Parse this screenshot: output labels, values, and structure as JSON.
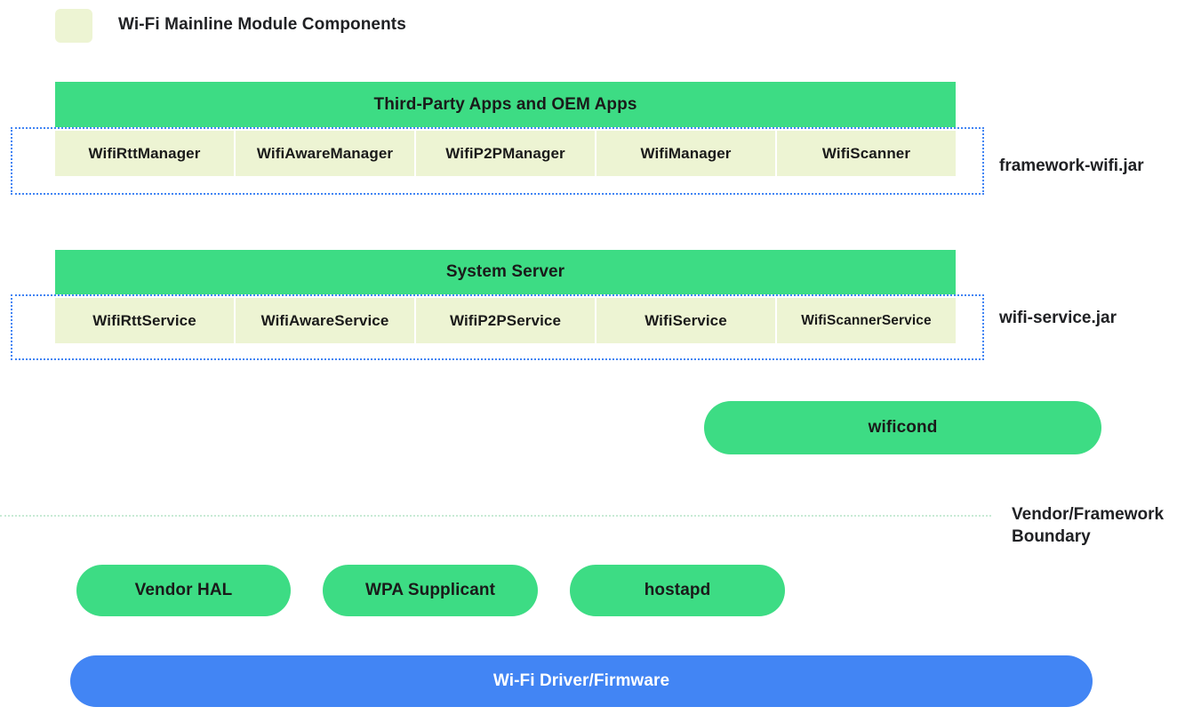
{
  "legend": {
    "swatch_color": "#edf4d3",
    "label": "Wi-Fi Mainline Module Components"
  },
  "colors": {
    "mainline_module": "#edf4d3",
    "green_block": "#3ddc84",
    "driver_blue": "#4285f4",
    "jar_border": "#4285f4",
    "boundary_line": "#c8ead5",
    "text": "#1a1a1a",
    "background": "#ffffff"
  },
  "layers": {
    "apps": {
      "band_title": "Third-Party Apps and OEM Apps",
      "jar_label": "framework-wifi.jar",
      "components": [
        "WifiRttManager",
        "WifiAwareManager",
        "WifiP2PManager",
        "WifiManager",
        "WifiScanner"
      ]
    },
    "system_server": {
      "band_title": "System Server",
      "jar_label": "wifi-service.jar",
      "components": [
        "WifiRttService",
        "WifiAwareService",
        "WifiP2PService",
        "WifiService",
        "WifiScannerService"
      ]
    },
    "native": {
      "wificond_label": "wificond"
    },
    "boundary": {
      "label_line_1": "Vendor/Framework",
      "label_line_2": "Boundary"
    },
    "vendor": {
      "pills": [
        "Vendor HAL",
        "WPA Supplicant",
        "hostapd"
      ]
    },
    "driver": {
      "label": "Wi-Fi Driver/Firmware"
    }
  }
}
